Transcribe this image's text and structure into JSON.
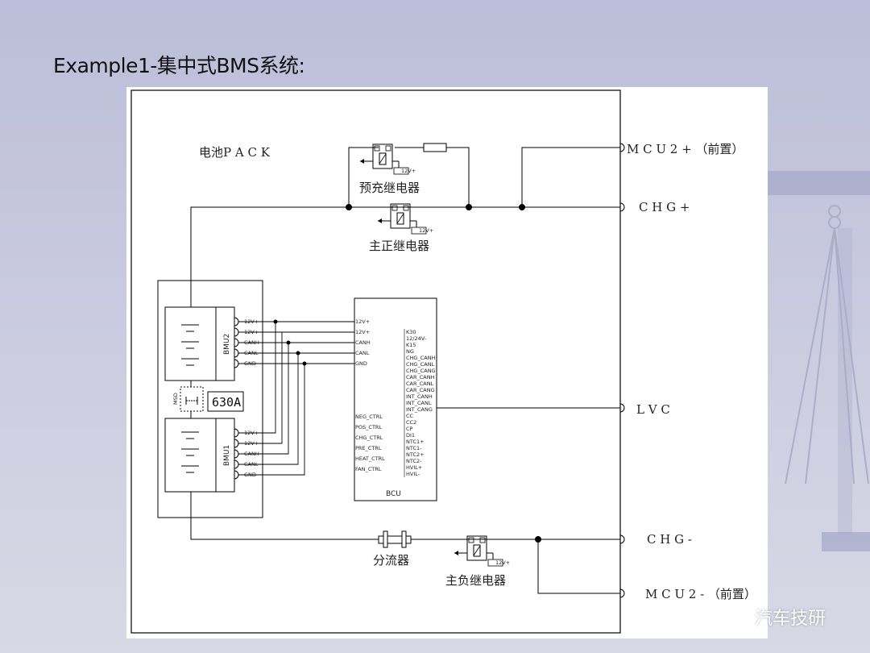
{
  "slide": {
    "title": "Example1-集中式BMS系统:"
  },
  "diagram": {
    "pack_label": "电池P A C K",
    "precharge_relay": "预充继电器",
    "main_pos_relay": "主正继电器",
    "main_neg_relay": "主负继电器",
    "shunt": "分流器",
    "relay_coil_label": "12V+",
    "msd_label": "MSD",
    "fuse_label": "630A",
    "bmu2_label": "BMU2",
    "bmu1_label": "BMU1",
    "bcu_label": "BCU",
    "bmu_pins": [
      "12V+",
      "12V+",
      "CANH",
      "CANL",
      "GND"
    ],
    "bcu_left_top": [
      "12V+",
      "12V+",
      "CANH",
      "CANL",
      "GND"
    ],
    "bcu_left_bottom": [
      "NEG_CTRL",
      "POS_CTRL",
      "CHG_CTRL",
      "PRE_CTRL",
      "HEAT_CTRL",
      "FAN_CTRL"
    ],
    "bcu_right": [
      "K30",
      "12/24V-",
      "K15",
      "NG",
      "CHG_CANH",
      "CHG_CANL",
      "CHG_CANG",
      "CAR_CANH",
      "CAR_CANL",
      "CAR_CANG",
      "INT_CANH",
      "INT_CANL",
      "INT_CANG",
      "CC",
      "CC2",
      "CP",
      "DI1",
      "NTC1+",
      "NTC1-",
      "NTC2+",
      "NTC2-",
      "HVIL+",
      "HVIL-"
    ],
    "terminals": {
      "mcu2_pos": "M C U 2 + （前置）",
      "chg_pos": "C H G +",
      "lvc": "L V C",
      "chg_neg": "C H G -",
      "mcu2_neg": "M C U 2 - （前置）"
    }
  },
  "watermark": {
    "text": "汽车技研",
    "icon": "wechat-icon"
  }
}
